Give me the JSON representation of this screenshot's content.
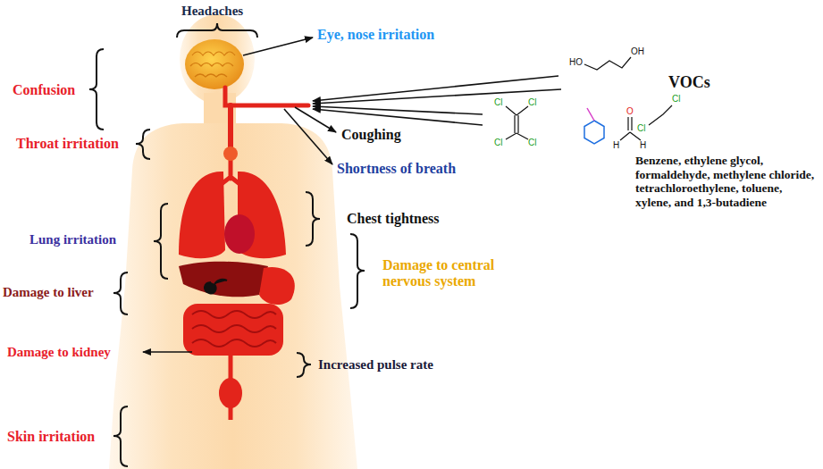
{
  "diagram": {
    "labels": [
      "Headaches",
      "Eye, nose irritation",
      "HO",
      "OH",
      "VOCs",
      "Cl",
      "Cl",
      "Cl",
      "Cl",
      "O",
      "H",
      "H",
      "Cl",
      "Cl",
      "Confusion",
      "Coughing",
      "Throat irritation",
      "Shortness of breath",
      "Benzene, ethylene glycol, formaldehyde, methylene chloride, tetrachloroethylene, toluene, xylene, and 1,3-butadiene",
      "Lung irritation",
      "Chest tightness",
      "Damage to central nervous system",
      "Damage to liver",
      "Damage to kidney",
      "Increased pulse rate",
      "Skin irritation"
    ]
  }
}
